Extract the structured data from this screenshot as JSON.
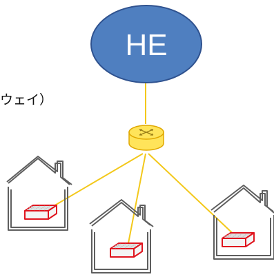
{
  "headend": {
    "label": "HE",
    "fill": "#4F7FC0",
    "stroke": "#2F528F",
    "text_color": "#FFFFFF"
  },
  "partial_label": "ウェイ）",
  "router": {
    "icon": "router-icon",
    "fill": "#FFE45A",
    "stroke": "#E0A800"
  },
  "links": {
    "color": "#F3C81B"
  },
  "homes": [
    {
      "name": "home-left",
      "gateway_icon": "home-gateway-icon"
    },
    {
      "name": "home-center",
      "gateway_icon": "home-gateway-icon"
    },
    {
      "name": "home-right",
      "gateway_icon": "home-gateway-icon"
    }
  ],
  "gateway": {
    "stroke": "#E0141E",
    "fill": "#F4F4F4"
  }
}
